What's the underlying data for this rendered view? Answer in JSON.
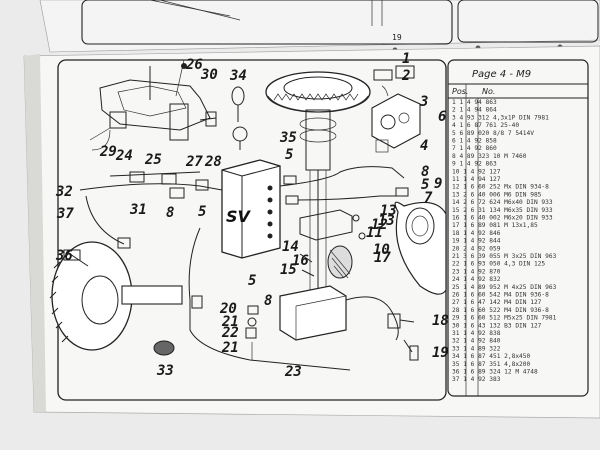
{
  "top_page": {
    "page_number": "19"
  },
  "parts_table": {
    "title": "Page 4 - M9",
    "col_pos": "Pos.",
    "col_no": "No.",
    "rows": [
      "1 1 4 94 863",
      "2 1 4 94 864",
      "3 4 93 312 4,3x1P DIN 7981",
      "4 1 6 87 761 25-40",
      "5 6 89 020 8/8 7 5414V",
      "6 1 4 92 858",
      "7 1 4 92 860",
      "8 4 89 323 10 M 7460",
      "9 1 4 92 863",
      "10 1 4 92 127",
      "11 1 4 94 127",
      "12 1 6 60 252 Mx DIN 934-8",
      "13 2 6 40 006 M6 DIN 985",
      "14 2 6 72 624 M6x40 DIN 933",
      "15 2 6 31 134 M6x35 DIN 933",
      "16 1 6 40 002 M6x20 DIN 933",
      "17 1 6 89 081 M 13x1,85",
      "18 1 4 92 846",
      "19 1 4 92 844",
      "20 2 4 92 059",
      "21 3 6 39 055 M 3x25 DIN 963",
      "22 1 6 93 050 4,3 DIN 125",
      "23 1 4 92 870",
      "24 1 4 92 832",
      "25 1 4 89 952 M 4x25 DIN 963",
      "26 1 6 60 542 M4 DIN 936-8",
      "27 1 6 47 142 M4 DIN 127",
      "28 1 6 60 522 M4 DIN 936-8",
      "29 1 6 60 512 M5x25 DIN 7981",
      "30 1 6 43 132 B3 DIN 127",
      "31 1 4 92 838",
      "32 1 4 92 840",
      "33 1 4 89 322",
      "34 1 6 87 451 2,8x450",
      "35 1 6 87 351 4,8x200",
      "36 1 6 89 324 12 M 4748",
      "37 1 4 92 383"
    ]
  },
  "diagram": {
    "module_label": "SV",
    "callouts": [
      "1",
      "2",
      "3",
      "4",
      "5",
      "6",
      "7",
      "8",
      "9",
      "10",
      "11",
      "12",
      "13",
      "14",
      "15",
      "16",
      "17",
      "18",
      "19",
      "20",
      "21",
      "22",
      "23",
      "24",
      "25",
      "26",
      "27",
      "28",
      "29",
      "30",
      "31",
      "32",
      "33",
      "34",
      "35",
      "36",
      "37"
    ]
  }
}
